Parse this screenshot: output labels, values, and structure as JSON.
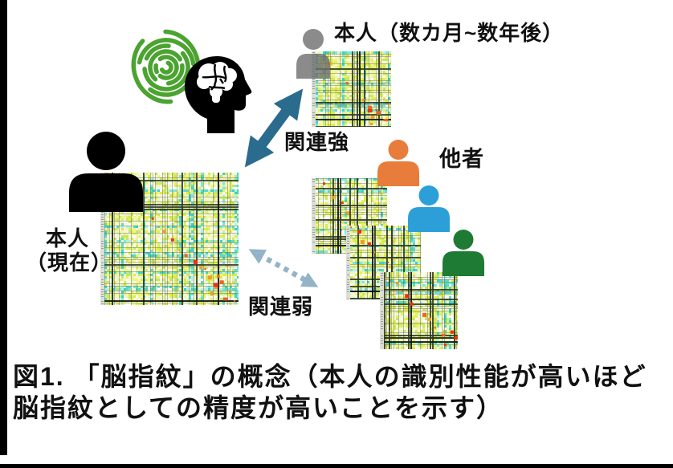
{
  "figure": {
    "caption": {
      "line1": "図1. 「脳指紋」の概念（本人の識別性能が高いほど",
      "line2": "脳指紋としての精度が高いことを示す）"
    },
    "labels": {
      "self_future": "本人（数カ月~数年後）",
      "self_current_line1": "本人",
      "self_current_line2": "（現在）",
      "others": "他者",
      "relation_strong": "関連強",
      "relation_weak": "関連弱"
    },
    "colors": {
      "fingerprint": "#4BA330",
      "head_silhouette": "#000000",
      "brain_fissures": "#000000",
      "person_self_current": "#000000",
      "person_self_future": "#6F6F6F",
      "person_other_1": "#E87D3B",
      "person_other_2": "#2C9FD9",
      "person_other_3": "#1E7B34",
      "relation_strong_arrow": "#2B6C8E",
      "relation_weak_arrow": "#93B3C7"
    },
    "heatmap": {
      "strip": "#dcdfd6",
      "base": "#f6f9e4",
      "cyan": [
        "#3ed2c3",
        "#7fe6d9",
        "#b5f0e6",
        "#55dcc9"
      ],
      "yellow": [
        "#eef584",
        "#e4f05c",
        "#f2f7a8",
        "#d9ec4f",
        "#c9e567"
      ],
      "neutral": [
        "#f6f9e4",
        "#ffffff",
        "#eef3cf",
        "#f2f7d8"
      ],
      "accent": [
        "#f29a26",
        "#ee6320",
        "#e63414"
      ]
    }
  }
}
